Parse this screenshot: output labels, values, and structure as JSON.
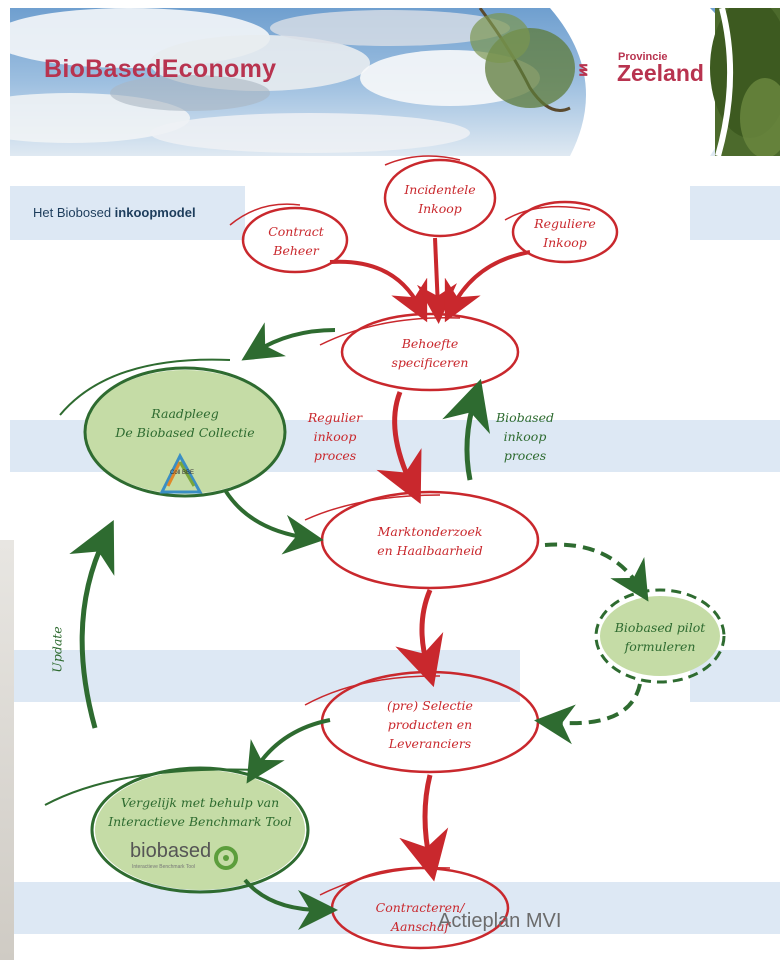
{
  "header": {
    "brand": "BioBasedEconomy",
    "province_small": "Provincie",
    "province_big": "Zeeland"
  },
  "subtitle": {
    "prefix": "Het Biobosed ",
    "bold": "inkoopmodel"
  },
  "nodes": {
    "incidentele": [
      "Incidentele",
      "Inkoop"
    ],
    "contract": [
      "Contract",
      "Beheer"
    ],
    "reguliere": [
      "Reguliere",
      "Inkoop"
    ],
    "behoefte": [
      "Behoefte",
      "specificeren"
    ],
    "raadpleeg": [
      "Raadpleeg",
      "De Biobased Collectie"
    ],
    "marktonderzoek": [
      "Marktonderzoek",
      "en Haalbaarheid"
    ],
    "pilot": [
      "Biobased pilot",
      "formuleren"
    ],
    "selectie": [
      "(pre) Selectie",
      "producten en",
      "Leveranciers"
    ],
    "vergelijk": [
      "Vergelijk met behulp van",
      "Interactieve Benchmark Tool"
    ],
    "contracteren": [
      "Contracteren/",
      "Aanschaf"
    ]
  },
  "edge_labels": {
    "regulier": [
      "Regulier",
      "inkoop",
      "proces"
    ],
    "biobased": [
      "Biobased",
      "inkoop",
      "proces"
    ],
    "update": "Update"
  },
  "logos": {
    "collectie_text": "Coll BBE",
    "biobased_word": "biobased",
    "biobased_sub": "Interactieve Benchmark Tool"
  },
  "footer": "Actieplan MVI",
  "colors": {
    "brand": "#b8334f",
    "red": "#c9282d",
    "green": "#2e6b30",
    "green_fill": "#c5dca6",
    "band": "#dde8f4"
  }
}
